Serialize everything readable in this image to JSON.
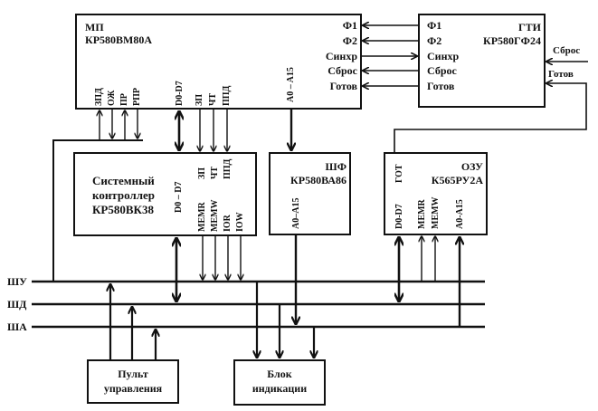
{
  "diagram": {
    "mp": {
      "name": "МП",
      "chip": "КР580ВМ80А",
      "right_pins": [
        "Ф1",
        "Ф2",
        "Синхр",
        "Сброс",
        "Готов"
      ],
      "bottom_pins_left": [
        "ЗПД",
        "ОЖ",
        "ПР",
        "РПР"
      ],
      "data_pin": "D0-D7",
      "ctrl_pins": [
        "ЗП",
        "ЧТ",
        "ППД"
      ],
      "addr_pin": "A0 – A15"
    },
    "gti": {
      "name": "ГТИ",
      "chip": "КР580ГФ24",
      "left_pins": [
        "Ф1",
        "Ф2",
        "Синхр",
        "Сброс",
        "Готов"
      ],
      "ext_inputs": [
        "Сброс",
        "Готов"
      ]
    },
    "controller": {
      "title_lines": [
        "Системный",
        "контроллер",
        "КР580ВК38"
      ],
      "data_pin": "D0 – D7",
      "in_pins": [
        "ЗП",
        "ЧТ",
        "ППД"
      ],
      "out_pins": [
        "MEMR",
        "MEMW",
        "IOR",
        "IOW"
      ]
    },
    "buffer": {
      "name": "ШФ",
      "chip": "КР580ВА86",
      "addr_pin": "A0–A15"
    },
    "ram": {
      "name": "ОЗУ",
      "chip": "К565РУ2А",
      "ready_pin": "ГОТ",
      "pins": [
        "D0-D7",
        "MEMR",
        "MEMW",
        "A0-A15"
      ]
    },
    "buses": [
      "ШУ",
      "ШД",
      "ША"
    ],
    "console": {
      "lines": [
        "Пульт",
        "управления"
      ]
    },
    "display": {
      "lines": [
        "Блок",
        "индикации"
      ]
    }
  }
}
